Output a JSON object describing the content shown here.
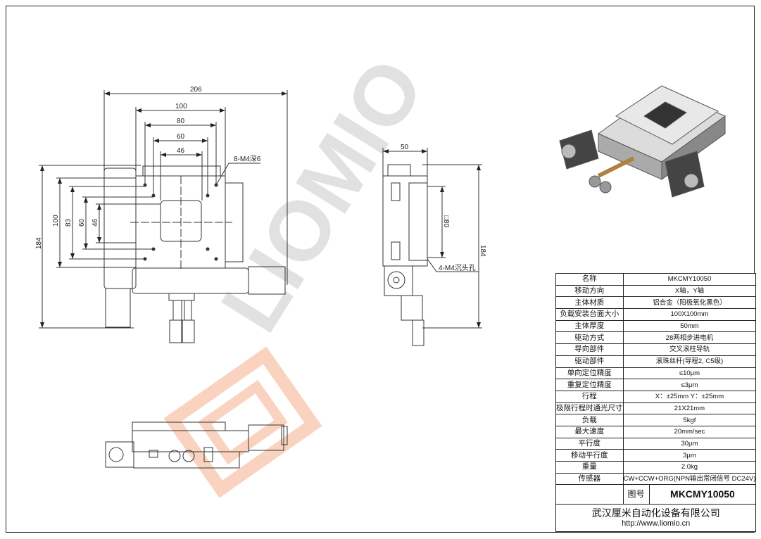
{
  "drawing": {
    "front_view": {
      "dims_horizontal": [
        "206",
        "100",
        "80",
        "60",
        "46"
      ],
      "dims_vertical": [
        "184",
        "100",
        "83",
        "60",
        "46"
      ],
      "callout": "8-M4深6"
    },
    "side_view": {
      "width_dim": "50",
      "height_dim": "184",
      "square_dim": "□80",
      "callout": "4-M4沉头孔"
    },
    "watermark": "LIOMIO",
    "colors": {
      "watermark_gray": "#c8c8c8",
      "logo_orange": "#f5b08a",
      "line": "#333333"
    }
  },
  "spec_table": {
    "rows": [
      {
        "label": "名称",
        "value": "MKCMY10050"
      },
      {
        "label": "移动方向",
        "value": "X轴，Y轴"
      },
      {
        "label": "主体材质",
        "value": "铝合金（阳极氧化黑色）"
      },
      {
        "label": "负载安装台面大小",
        "value": "100X100mm"
      },
      {
        "label": "主体厚度",
        "value": "50mm"
      },
      {
        "label": "驱动方式",
        "value": "28两相步进电机"
      },
      {
        "label": "导向部件",
        "value": "交叉滚柱导轨"
      },
      {
        "label": "驱动部件",
        "value": "滚珠丝杆(导程2, C5级)"
      },
      {
        "label": "单向定位精度",
        "value": "≤10μm"
      },
      {
        "label": "重复定位精度",
        "value": "≤3μm"
      },
      {
        "label": "行程",
        "value": "X：±25mm  Y：±25mm"
      },
      {
        "label": "极限行程时通光尺寸",
        "value": "21X21mm"
      },
      {
        "label": "负载",
        "value": "5kgf"
      },
      {
        "label": "最大速度",
        "value": "20mm/sec"
      },
      {
        "label": "平行度",
        "value": "30μm"
      },
      {
        "label": "移动平行度",
        "value": "3μm"
      },
      {
        "label": "重量",
        "value": "2.0kg"
      },
      {
        "label": "传感器",
        "value": "CW+CCW+ORG(NPN输出常闭信号 DC24V)"
      }
    ],
    "drawing_number_label": "图号",
    "drawing_number": "MKCMY10050",
    "company": "武汉厘米自动化设备有限公司",
    "url": "http://www.liomio.cn"
  }
}
